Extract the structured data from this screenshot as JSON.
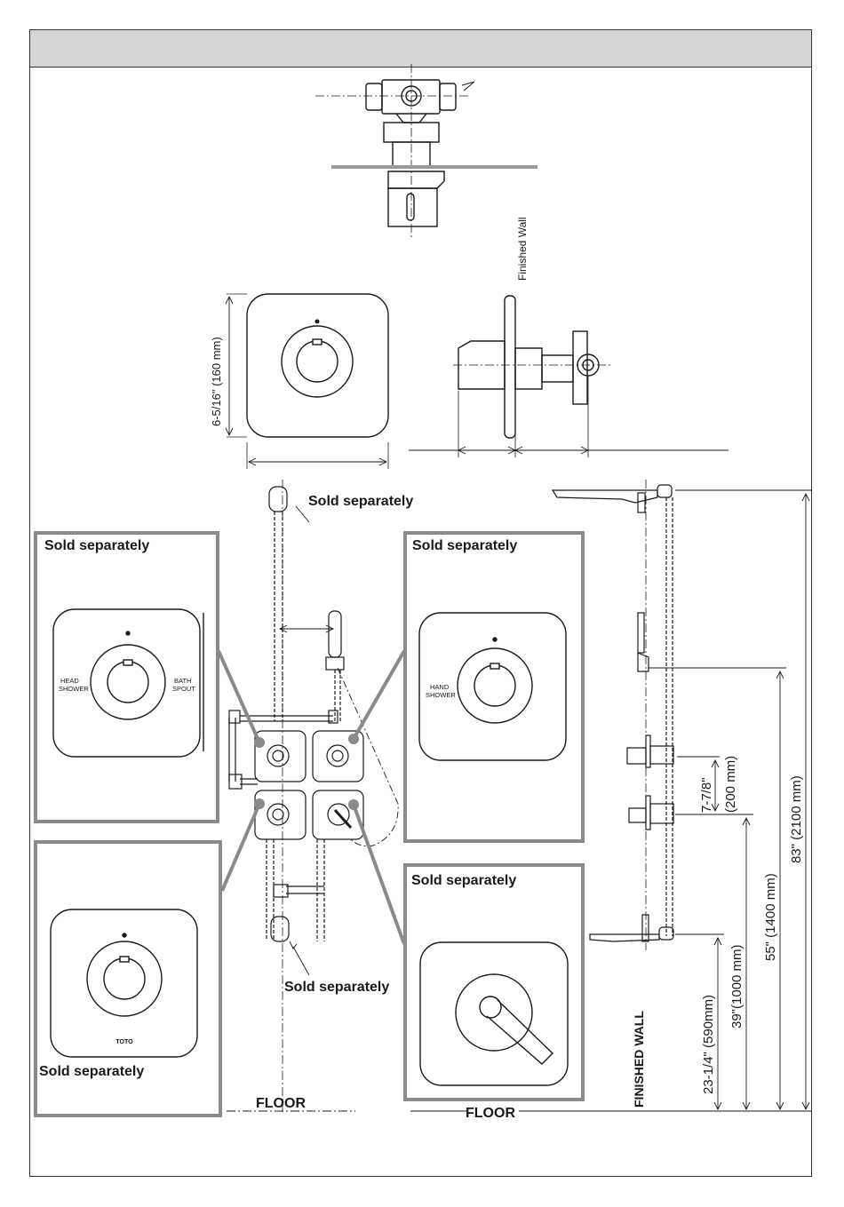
{
  "labels": {
    "finished_wall_vertical": "Finished Wall",
    "sold_separately": "Sold separately",
    "head_shower": [
      "HEAD",
      "SHOWER"
    ],
    "bath_spout": [
      "BATH",
      "SPOUT"
    ],
    "hand_shower": [
      "HAND",
      "SHOWER"
    ],
    "brand": "TOTO",
    "floor": "FLOOR",
    "finished_wall": "FINISHED WALL"
  },
  "dimensions": {
    "trim_height": "6-5/16\" (160 mm)",
    "spacing": [
      "7-7/8\"",
      "(200 mm)"
    ],
    "h_590": "23-1/4\" (590mm)",
    "h_1000": "39\"(1000 mm)",
    "h_1400": "55\" (1400 mm)",
    "h_2100": "83\" (2100 mm)"
  },
  "colors": {
    "line": "#1a1a1a",
    "callout_border": "#8a8a8a",
    "header": "#d6d6d6"
  }
}
